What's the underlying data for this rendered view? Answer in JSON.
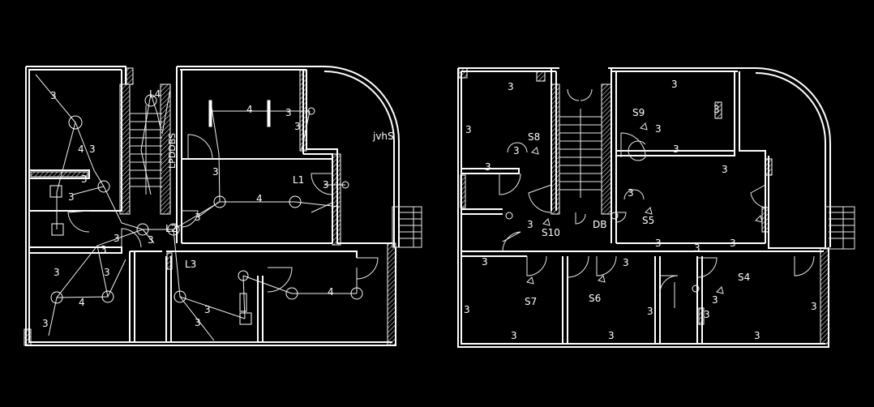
{
  "plan_left": {
    "wire_count_labels": [
      "3",
      "4",
      "3",
      "3",
      "3",
      "4",
      "3",
      "3",
      "3",
      "4",
      "3",
      "3",
      "3",
      "3",
      "3",
      "4",
      "3",
      "3",
      "4",
      "3",
      "3",
      "3"
    ],
    "circuit_labels": {
      "l1": "L1",
      "l2": "L2",
      "l3": "L3",
      "l4": "L4",
      "db": "LPDDBS",
      "ext": "jvhS"
    }
  },
  "plan_right": {
    "wire_count_labels": [
      "3",
      "3",
      "3",
      "3",
      "3",
      "3",
      "3",
      "3",
      "3",
      "3",
      "3",
      "3",
      "3",
      "3",
      "3",
      "3",
      "3",
      "3",
      "3",
      "3",
      "3",
      "3",
      "3",
      "3"
    ],
    "switch_labels": {
      "s4": "S4",
      "s5": "S5",
      "s6": "S6",
      "s7": "S7",
      "s8": "S8",
      "s9": "S9",
      "s10": "S10",
      "db": "DB"
    }
  },
  "colors": {
    "background": "#000000",
    "line": "#ffffff"
  }
}
